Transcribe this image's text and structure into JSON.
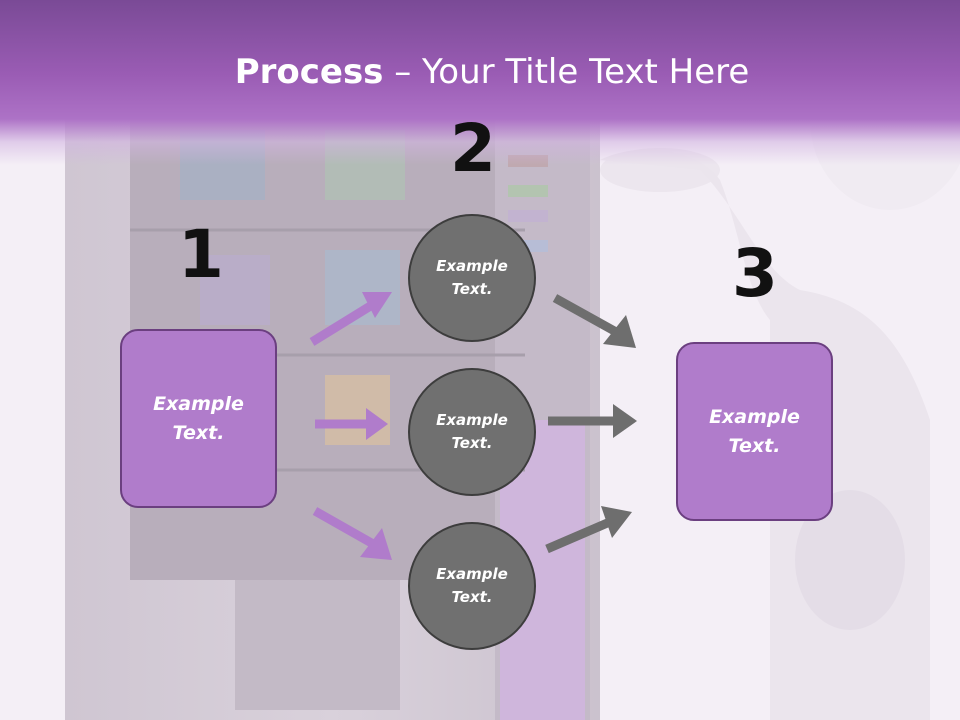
{
  "title": {
    "bold": "Process",
    "rest": " – Your Title Text Here"
  },
  "steps": [
    {
      "number": "1",
      "label": "Example Text."
    },
    {
      "number": "2",
      "labels": [
        "Example Text.",
        "Example Text.",
        "Example Text."
      ]
    },
    {
      "number": "3",
      "label": "Example Text."
    }
  ],
  "colors": {
    "band": "#9a5cb4",
    "box_fill": "#b07ccb",
    "box_border": "#6b3f80",
    "circle_fill": "#707070",
    "arrow_purple": "#b07ccb",
    "arrow_gray": "#6e6e6e"
  }
}
